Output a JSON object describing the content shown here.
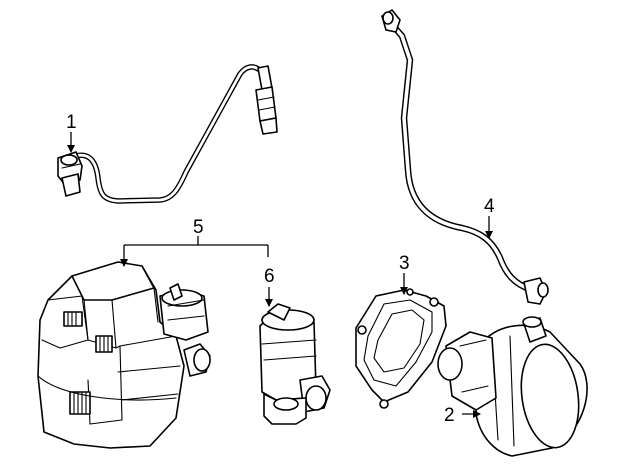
{
  "callouts": {
    "c1": "1",
    "c2": "2",
    "c3": "3",
    "c4": "4",
    "c5": "5",
    "c6": "6"
  },
  "colors": {
    "line": "#000000",
    "background": "#ffffff"
  },
  "icons": {
    "arrowhead": "arrowhead-icon"
  }
}
